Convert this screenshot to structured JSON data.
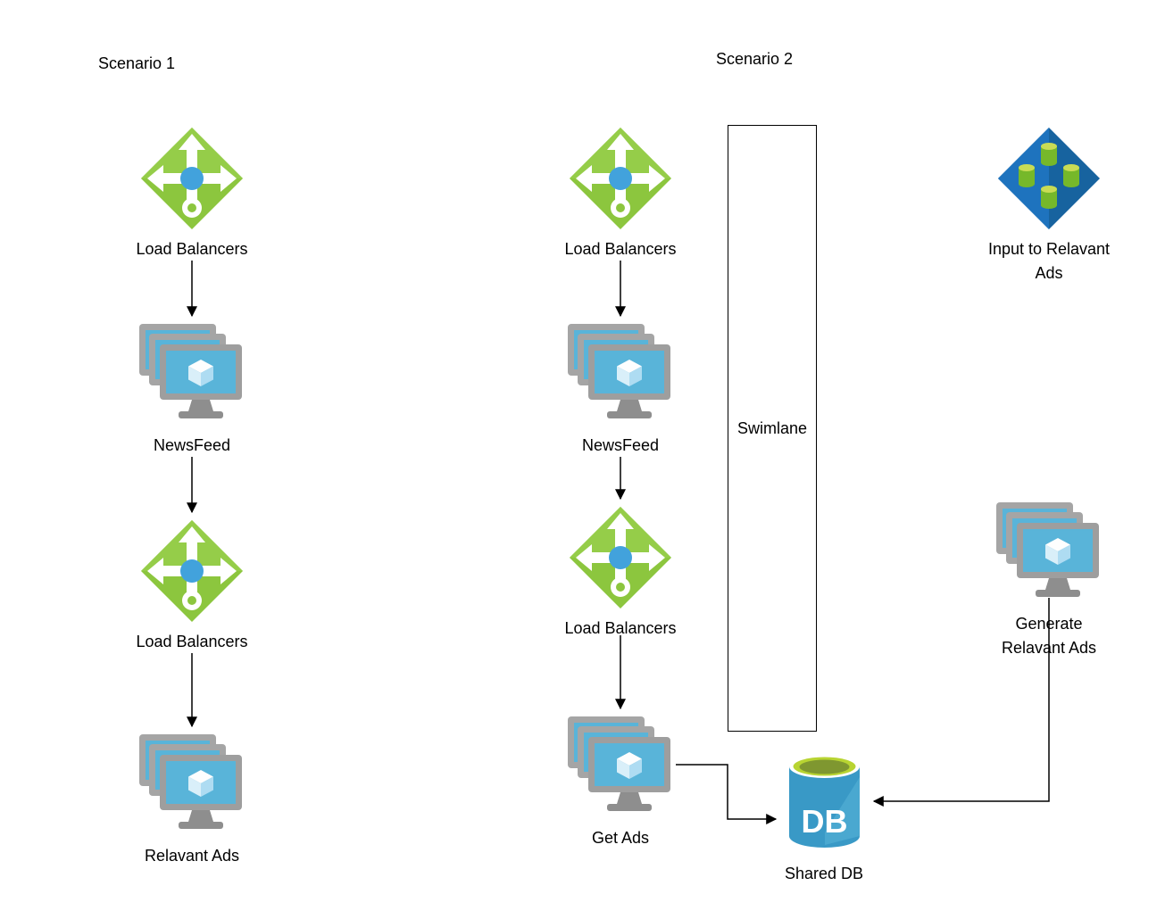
{
  "titles": {
    "scenario1": "Scenario 1",
    "scenario2": "Scenario 2"
  },
  "scenario1": {
    "lb_top": {
      "label": "Load Balancers",
      "icon": "load-balancer-icon"
    },
    "newsfeed": {
      "label": "NewsFeed",
      "icon": "vm-stack-icon"
    },
    "lb_bottom": {
      "label": "Load Balancers",
      "icon": "load-balancer-icon"
    },
    "relavant_ads": {
      "label": "Relavant Ads",
      "icon": "vm-stack-icon"
    }
  },
  "scenario2": {
    "lb_top": {
      "label": "Load Balancers",
      "icon": "load-balancer-icon"
    },
    "newsfeed": {
      "label": "NewsFeed",
      "icon": "vm-stack-icon"
    },
    "lb_bottom": {
      "label": "Load Balancers",
      "icon": "load-balancer-icon"
    },
    "get_ads": {
      "label": "Get Ads",
      "icon": "vm-stack-icon"
    },
    "swimlane": {
      "label": "Swimlane"
    },
    "shared_db": {
      "label": "Shared DB",
      "db_text": "DB",
      "icon": "database-icon"
    },
    "input_ads": {
      "label": "Input to Relavant Ads",
      "icon": "input-cylinders-icon"
    },
    "generate_ads": {
      "label": "Generate Relavant Ads",
      "icon": "vm-stack-icon"
    }
  },
  "colors": {
    "load_balancer_green": "#8CC63E",
    "lb_center_dot_blue": "#42A2DC",
    "monitor_frame_gray": "#A5A5A5",
    "monitor_screen_blue": "#59B4D9",
    "input_diamond_blue": "#1E73BE",
    "cylinder_green": "#76B82A",
    "db_body_blue": "#3999C6",
    "db_top_green": "#B8D432",
    "connector_black": "#000000"
  }
}
